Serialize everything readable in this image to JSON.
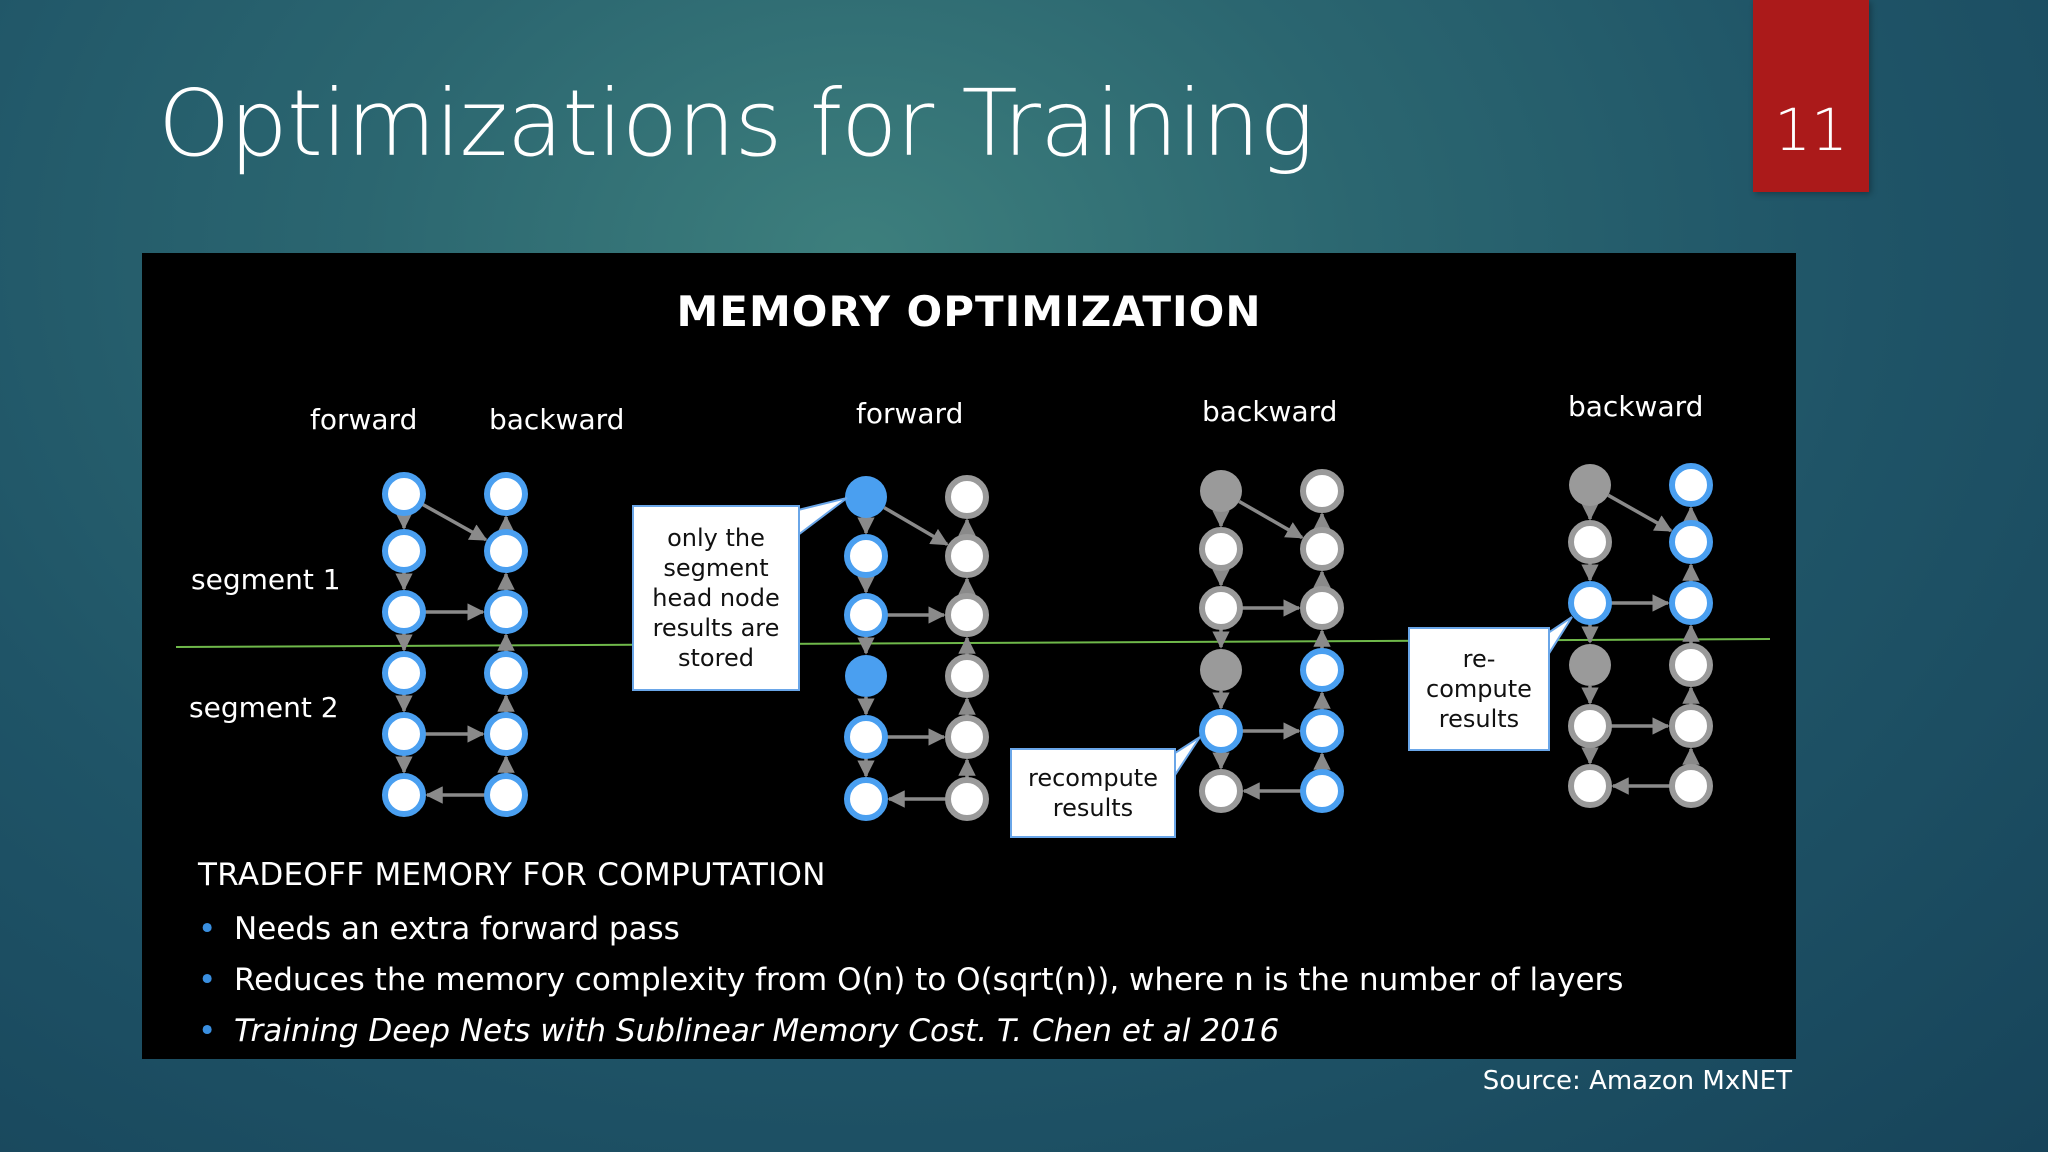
{
  "slide": {
    "title": "Optimizations for Training",
    "page_number": "11",
    "source": "Source: Amazon MxNET"
  },
  "diagram": {
    "title": "MEMORY OPTIMIZATION",
    "labels": {
      "forward_1": "forward",
      "backward_1": "backward",
      "forward_2": "forward",
      "backward_3": "backward",
      "backward_4": "backward",
      "segment_1": "segment 1",
      "segment_2": "segment 2"
    },
    "callouts": {
      "stored": [
        "only the",
        "segment",
        "head node",
        "results are",
        "stored"
      ],
      "recompute": [
        "recompute",
        "results"
      ],
      "recompute_2": [
        "re-",
        "compute",
        "results"
      ]
    },
    "colors": {
      "blue": "#4a9ff0",
      "gray": "#9a9a9a",
      "white_node": "#ffffff",
      "divider": "#6fb84a",
      "page_badge": "#ab1a1a"
    }
  },
  "tradeoff": {
    "heading": "TRADEOFF MEMORY FOR COMPUTATION",
    "bullets": [
      "Needs an extra forward pass",
      "Reduces the memory complexity from O(n) to O(sqrt(n)), where n is the number of layers",
      "Training Deep Nets with Sublinear Memory Cost. T. Chen et al 2016"
    ]
  }
}
